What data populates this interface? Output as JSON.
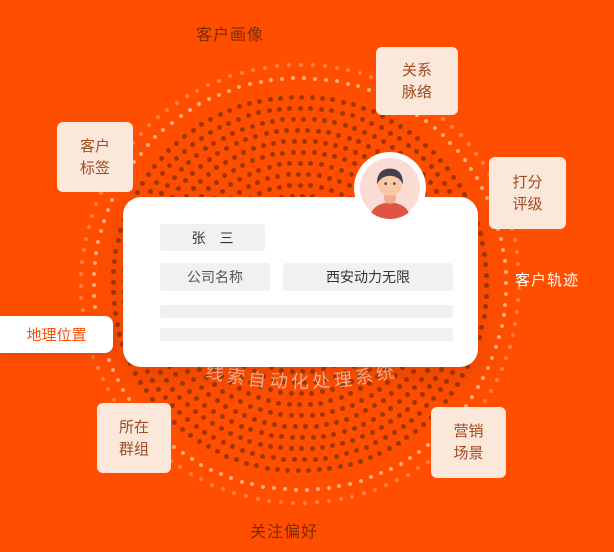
{
  "colors": {
    "background": "#FF4E00",
    "dot_dark": "#A03605",
    "dot_light": "#FFC9A6",
    "tag_bg": "#FBE8DA",
    "tag_text": "#A24A20",
    "dark_label_text": "#7E2B02",
    "pill_text": "#FF4E00",
    "card_bg": "#FFFFFF",
    "field_bg": "#F1F1F1"
  },
  "labels": {
    "top": "客户画像",
    "bottom": "关注偏好",
    "right": "客户轨迹",
    "left": "地理位置"
  },
  "tags": [
    {
      "name": "relationship-network",
      "line1": "关系",
      "line2": "脉络"
    },
    {
      "name": "customer-tags",
      "line1": "客户",
      "line2": "标签"
    },
    {
      "name": "scoring-rating",
      "line1": "打分",
      "line2": "评级"
    },
    {
      "name": "groups",
      "line1": "所在",
      "line2": "群组"
    },
    {
      "name": "marketing-scenes",
      "line1": "营销",
      "line2": "场景"
    }
  ],
  "watermark": "线索自动化处理系统",
  "card": {
    "name": "张　三",
    "company_label": "公司名称",
    "company_name": "西安动力无限"
  }
}
